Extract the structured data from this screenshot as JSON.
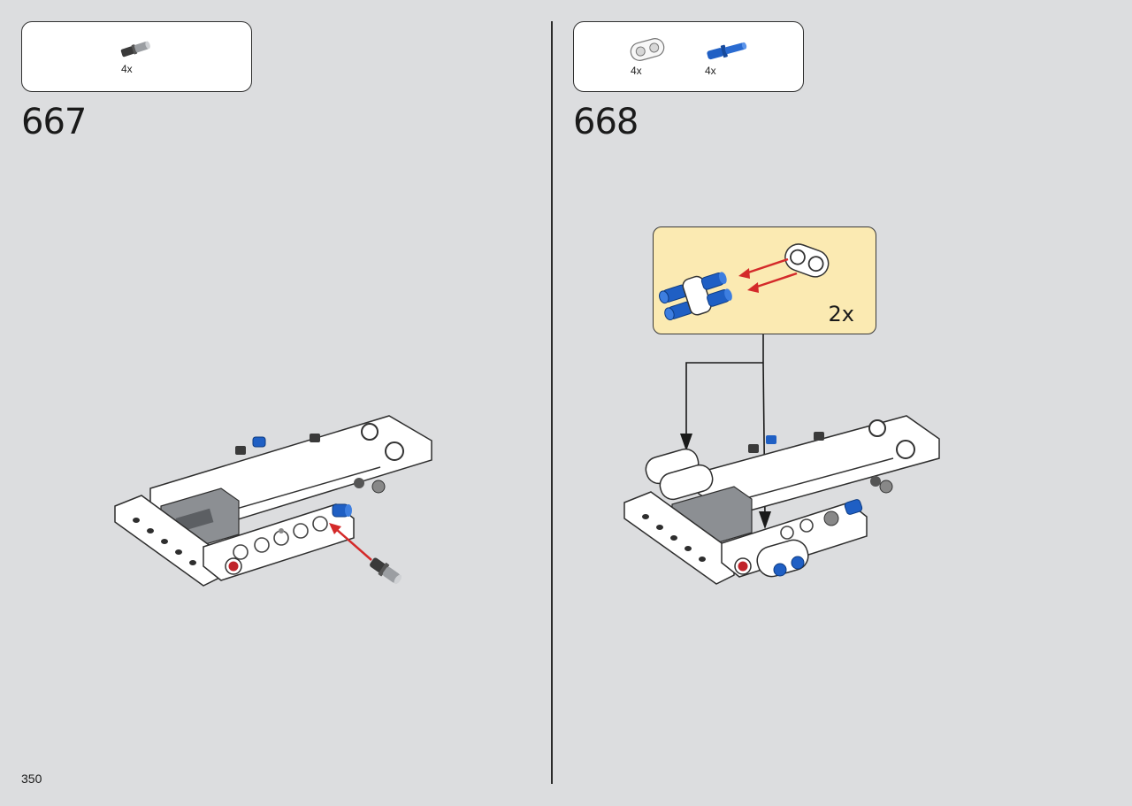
{
  "page": {
    "number": "350"
  },
  "steps": [
    {
      "number": "667",
      "parts": [
        {
          "icon": "gray-pin-icon",
          "qty": "4x"
        }
      ]
    },
    {
      "number": "668",
      "parts": [
        {
          "icon": "white-double-connector-icon",
          "qty": "4x"
        },
        {
          "icon": "blue-axle-pin-icon",
          "qty": "4x"
        }
      ],
      "callout": {
        "multiplier": "2x"
      }
    }
  ],
  "colors": {
    "background": "#dcdddf",
    "callout_bg": "#fbeab2",
    "brick_white": "#ffffff",
    "brick_blue": "#1f5fc4",
    "brick_gray": "#8c8f93",
    "brick_dark": "#3c3c3c",
    "arrow_red": "#d42a2a"
  }
}
